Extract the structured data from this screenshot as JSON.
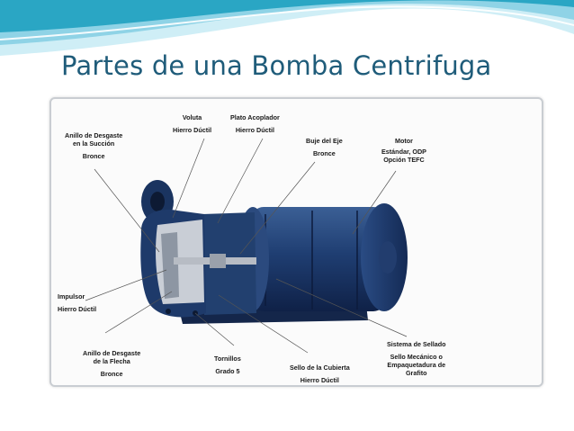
{
  "slide": {
    "title": "Partes de una Bomba Centrifuga"
  },
  "colors": {
    "title": "#1f5c7a",
    "wave_dark": "#2aa6c4",
    "wave_light": "#a9dcea",
    "pump_body": "#1d3a6b",
    "casing_cutaway": "#c9ced6"
  },
  "labels": {
    "anillo_succion": {
      "line1": "Anillo de Desgaste",
      "line2": "en la Succión",
      "material": "Bronce"
    },
    "voluta": {
      "name": "Voluta",
      "material": "Hierro Dúctil"
    },
    "plato_acoplador": {
      "name": "Plato Acoplador",
      "material": "Hierro Dúctil"
    },
    "buje_eje": {
      "name": "Buje del Eje",
      "material": "Bronce"
    },
    "motor": {
      "name": "Motor",
      "material": "Estándar, ODP",
      "material2": "Opción TEFC"
    },
    "impulsor": {
      "name": "Impulsor",
      "material": "Hierro Dúctil"
    },
    "anillo_flecha": {
      "line1": "Anillo de Desgaste",
      "line2": "de la Flecha",
      "material": "Bronce"
    },
    "tornillos": {
      "name": "Tornillos",
      "material": "Grado 5"
    },
    "sello_cubierta": {
      "name": "Sello de la Cubierta",
      "material": "Hierro Dúctil"
    },
    "sistema_sellado": {
      "name": "Sistema de Sellado",
      "material": "Sello Mecánico o",
      "material2": "Empaquetadura de",
      "material3": "Grafito"
    }
  }
}
